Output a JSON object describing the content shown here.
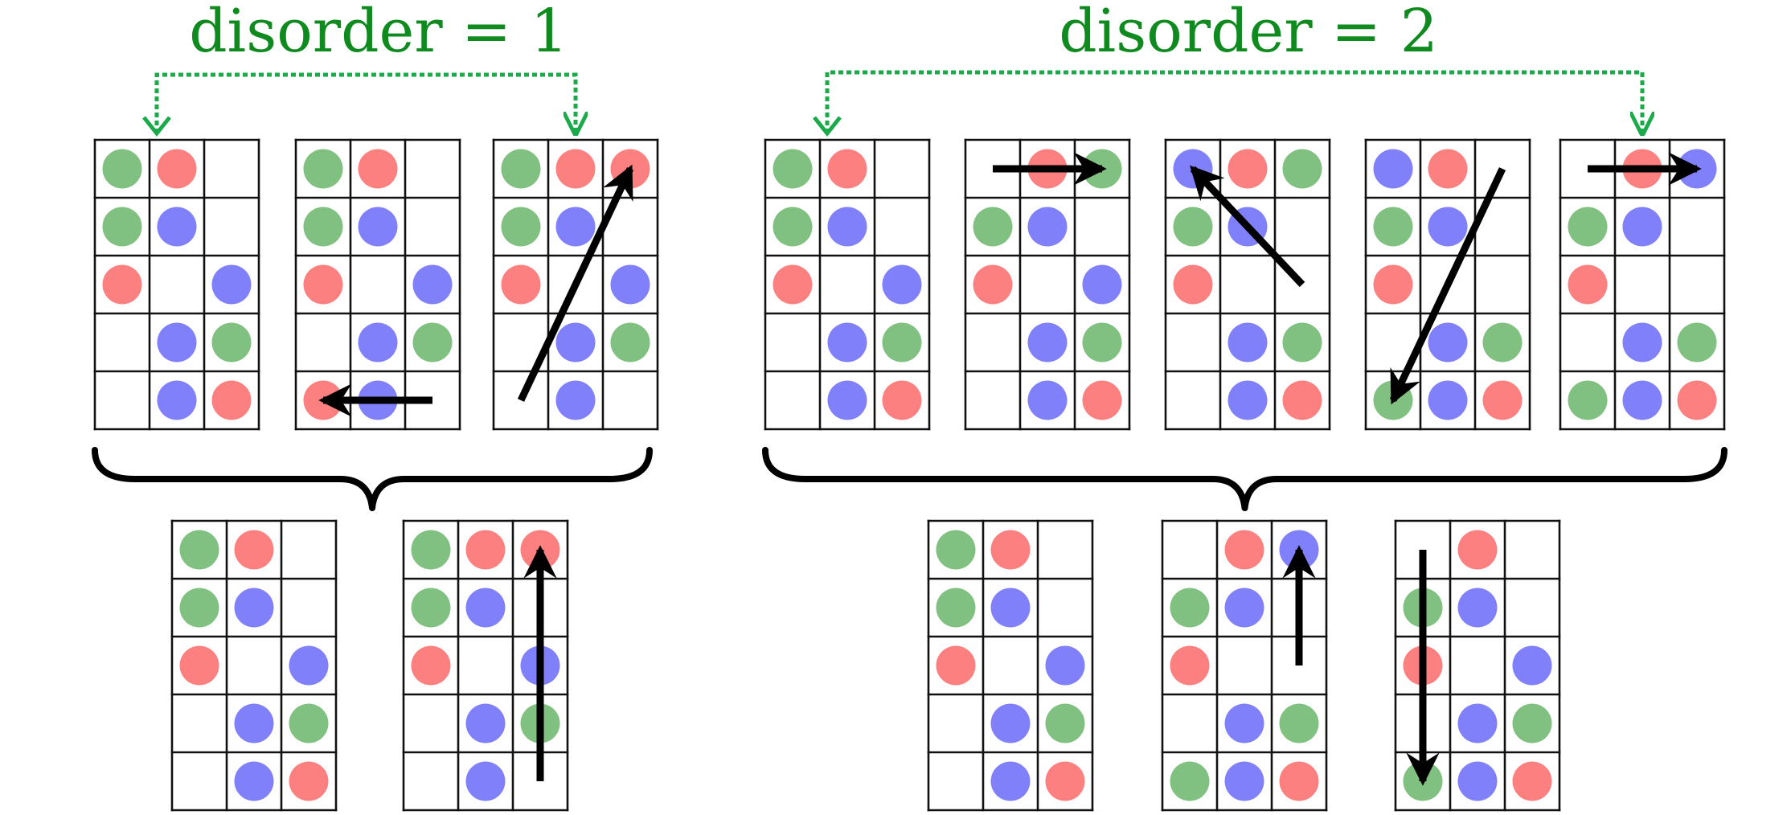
{
  "colors": {
    "green": "#80c080",
    "red": "#fd8080",
    "blue": "#8080fb",
    "grid": "#111111",
    "arrow": "#000000",
    "label": "#0f8a1f",
    "dotted_link": "#1aaa4a"
  },
  "groups": [
    {
      "label": "disorder = 1",
      "top_grids": [
        {
          "cells": [
            [
              "g",
              "r",
              ""
            ],
            [
              "g",
              "b",
              ""
            ],
            [
              "r",
              "",
              "b"
            ],
            [
              "",
              "b",
              "g"
            ],
            [
              "",
              "b",
              "r"
            ]
          ],
          "arrows": []
        },
        {
          "cells": [
            [
              "g",
              "r",
              ""
            ],
            [
              "g",
              "b",
              ""
            ],
            [
              "r",
              "",
              "b"
            ],
            [
              "",
              "b",
              "g"
            ],
            [
              "r",
              "b",
              ""
            ]
          ],
          "arrows": [
            {
              "from": [
                4,
                2
              ],
              "to": [
                4,
                0
              ]
            }
          ]
        },
        {
          "cells": [
            [
              "g",
              "r",
              "r"
            ],
            [
              "g",
              "b",
              ""
            ],
            [
              "r",
              "",
              "b"
            ],
            [
              "",
              "b",
              "g"
            ],
            [
              "",
              "b",
              ""
            ]
          ],
          "arrows": [
            {
              "from": [
                4,
                0
              ],
              "to": [
                0,
                2
              ]
            }
          ]
        }
      ],
      "bottom_grids": [
        {
          "cells": [
            [
              "g",
              "r",
              ""
            ],
            [
              "g",
              "b",
              ""
            ],
            [
              "r",
              "",
              "b"
            ],
            [
              "",
              "b",
              "g"
            ],
            [
              "",
              "b",
              "r"
            ]
          ],
          "arrows": []
        },
        {
          "cells": [
            [
              "g",
              "r",
              "r"
            ],
            [
              "g",
              "b",
              ""
            ],
            [
              "r",
              "",
              "b"
            ],
            [
              "",
              "b",
              "g"
            ],
            [
              "",
              "b",
              ""
            ]
          ],
          "arrows": [
            {
              "from": [
                4,
                2
              ],
              "to": [
                0,
                2
              ]
            }
          ]
        }
      ],
      "linked": [
        0,
        2
      ]
    },
    {
      "label": "disorder = 2",
      "top_grids": [
        {
          "cells": [
            [
              "g",
              "r",
              ""
            ],
            [
              "g",
              "b",
              ""
            ],
            [
              "r",
              "",
              "b"
            ],
            [
              "",
              "b",
              "g"
            ],
            [
              "",
              "b",
              "r"
            ]
          ],
          "arrows": []
        },
        {
          "cells": [
            [
              "",
              "r",
              "g"
            ],
            [
              "g",
              "b",
              ""
            ],
            [
              "r",
              "",
              "b"
            ],
            [
              "",
              "b",
              "g"
            ],
            [
              "",
              "b",
              "r"
            ]
          ],
          "arrows": [
            {
              "from": [
                0,
                0
              ],
              "to": [
                0,
                2
              ]
            }
          ]
        },
        {
          "cells": [
            [
              "b",
              "r",
              "g"
            ],
            [
              "g",
              "b",
              ""
            ],
            [
              "r",
              "",
              ""
            ],
            [
              "",
              "b",
              "g"
            ],
            [
              "",
              "b",
              "r"
            ]
          ],
          "arrows": [
            {
              "from": [
                2,
                2
              ],
              "to": [
                0,
                0
              ]
            }
          ]
        },
        {
          "cells": [
            [
              "b",
              "r",
              ""
            ],
            [
              "g",
              "b",
              ""
            ],
            [
              "r",
              "",
              ""
            ],
            [
              "",
              "b",
              "g"
            ],
            [
              "g",
              "b",
              "r"
            ]
          ],
          "arrows": [
            {
              "from": [
                0,
                2
              ],
              "to": [
                4,
                0
              ]
            }
          ]
        },
        {
          "cells": [
            [
              "",
              "r",
              "b"
            ],
            [
              "g",
              "b",
              ""
            ],
            [
              "r",
              "",
              ""
            ],
            [
              "",
              "b",
              "g"
            ],
            [
              "g",
              "b",
              "r"
            ]
          ],
          "arrows": [
            {
              "from": [
                0,
                0
              ],
              "to": [
                0,
                2
              ]
            }
          ]
        }
      ],
      "bottom_grids": [
        {
          "cells": [
            [
              "g",
              "r",
              ""
            ],
            [
              "g",
              "b",
              ""
            ],
            [
              "r",
              "",
              "b"
            ],
            [
              "",
              "b",
              "g"
            ],
            [
              "",
              "b",
              "r"
            ]
          ],
          "arrows": []
        },
        {
          "cells": [
            [
              "",
              "r",
              "b"
            ],
            [
              "g",
              "b",
              ""
            ],
            [
              "r",
              "",
              ""
            ],
            [
              "",
              "b",
              "g"
            ],
            [
              "g",
              "b",
              "r"
            ]
          ],
          "arrows": [
            {
              "from": [
                2,
                2
              ],
              "to": [
                0,
                2
              ]
            }
          ]
        },
        {
          "cells": [
            [
              "",
              "r",
              ""
            ],
            [
              "g",
              "b",
              ""
            ],
            [
              "r",
              "",
              "b"
            ],
            [
              "",
              "b",
              "g"
            ],
            [
              "g",
              "b",
              "r"
            ]
          ],
          "arrows": [
            {
              "from": [
                0,
                0
              ],
              "to": [
                4,
                0
              ]
            }
          ]
        }
      ],
      "linked": [
        0,
        4
      ]
    }
  ]
}
